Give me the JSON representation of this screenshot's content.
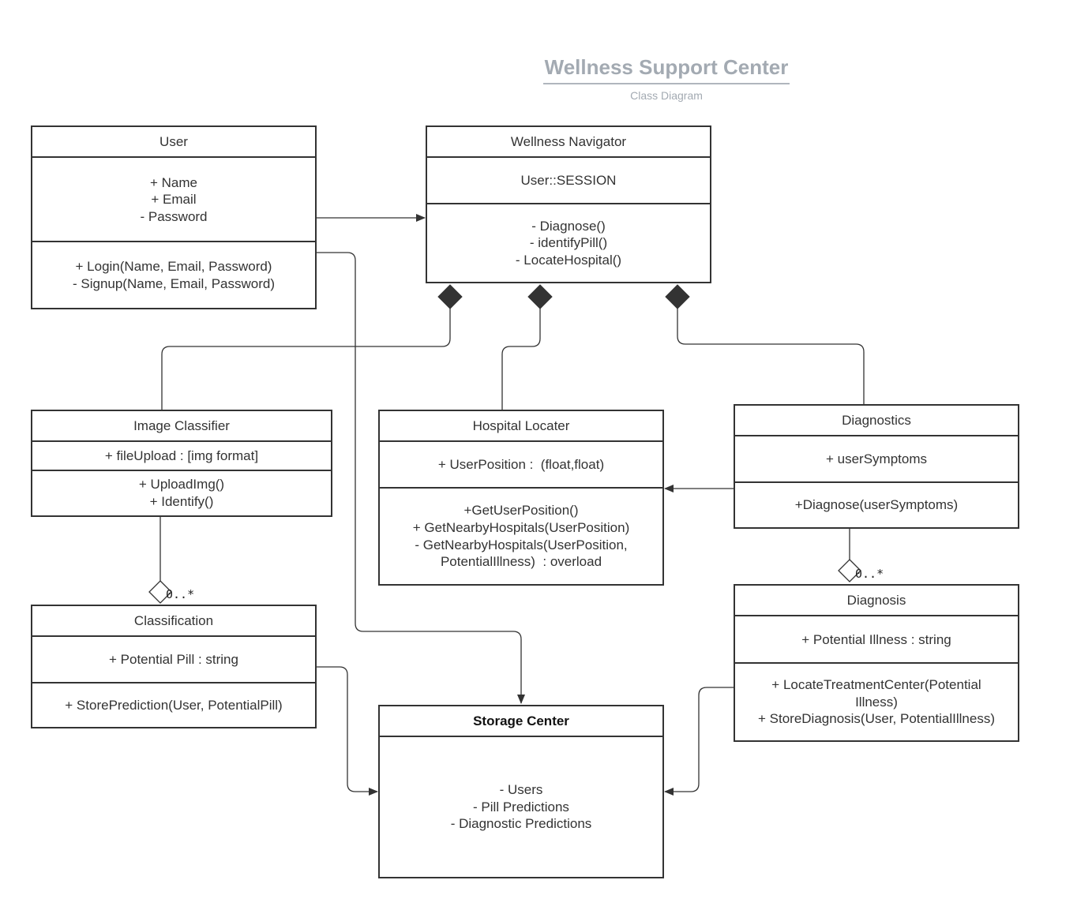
{
  "diagram": {
    "title": "Wellness Support Center",
    "subtitle": "Class Diagram"
  },
  "classes": {
    "user": {
      "name": "User",
      "attributes": [
        "+ Name",
        "+ Email",
        "- Password"
      ],
      "methods": [
        "+ Login(Name, Email, Password)",
        "- Signup(Name, Email, Password)"
      ]
    },
    "navigator": {
      "name": "Wellness Navigator",
      "attributes": [
        "User::SESSION"
      ],
      "methods": [
        "- Diagnose()",
        "- identifyPill()",
        "- LocateHospital()"
      ]
    },
    "image_classifier": {
      "name": "Image Classifier",
      "attributes": [
        "+ fileUpload : [img format]"
      ],
      "methods": [
        "+ UploadImg()",
        "+ Identify()"
      ]
    },
    "hospital_locater": {
      "name": "Hospital Locater",
      "attributes": [
        "+ UserPosition :  (float,float)"
      ],
      "methods": [
        "+GetUserPosition()",
        "+ GetNearbyHospitals(UserPosition)",
        "- GetNearbyHospitals(UserPosition,",
        "PotentialIllness)  : overload"
      ]
    },
    "diagnostics": {
      "name": "Diagnostics",
      "attributes": [
        "+ userSymptoms"
      ],
      "methods": [
        "+Diagnose(userSymptoms)"
      ]
    },
    "classification": {
      "name": "Classification",
      "attributes": [
        "+ Potential Pill : string"
      ],
      "methods": [
        "+ StorePrediction(User, PotentialPill)"
      ]
    },
    "diagnosis": {
      "name": "Diagnosis",
      "attributes": [
        "+ Potential Illness : string"
      ],
      "methods": [
        "+ LocateTreatmentCenter(Potential",
        "Illness)",
        "+ StoreDiagnosis(User, PotentialIllness)"
      ]
    },
    "storage": {
      "name": "Storage Center",
      "attributes": [
        "- Users",
        "- Pill Predictions",
        "- Diagnostic Predictions"
      ]
    }
  },
  "multiplicities": {
    "classification": "0..*",
    "diagnosis": "0..*"
  },
  "colors": {
    "border": "#333333",
    "title": "#a3aab2"
  }
}
